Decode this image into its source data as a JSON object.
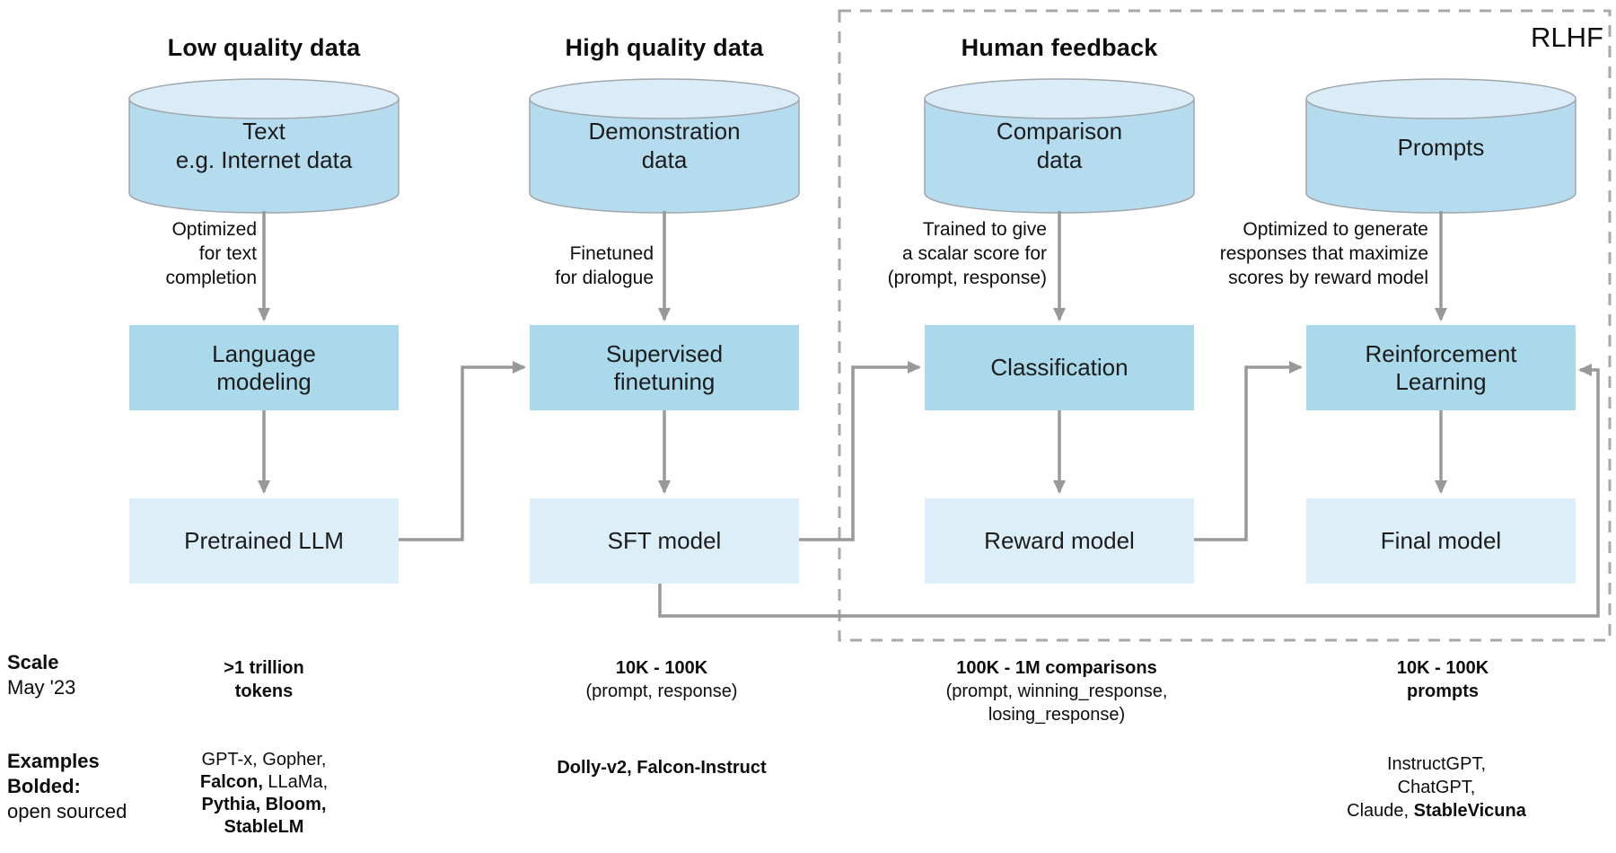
{
  "diagram": {
    "rlhf_box_label": "RLHF",
    "columns": [
      {
        "header": "Low quality data",
        "cylinder_label": "Text\ne.g. Internet data",
        "annotation": "Optimized\nfor text\ncompletion",
        "process_box": "Language\nmodeling",
        "output_box": "Pretrained LLM"
      },
      {
        "header": "High quality data",
        "cylinder_label": "Demonstration\ndata",
        "annotation": "Finetuned\nfor dialogue",
        "process_box": "Supervised\nfinetuning",
        "output_box": "SFT model"
      },
      {
        "header": "Human feedback",
        "cylinder_label": "Comparison\ndata",
        "annotation": "Trained to give\na scalar score for\n(prompt, response)",
        "process_box": "Classification",
        "output_box": "Reward model"
      },
      {
        "header": "",
        "cylinder_label": "Prompts",
        "annotation": "Optimized to generate\nresponses that maximize\nscores by reward model",
        "process_box": "Reinforcement\nLearning",
        "output_box": "Final model"
      }
    ]
  },
  "footer": {
    "row_labels": {
      "scale": [
        {
          "t": "Scale",
          "b": true
        },
        {
          "t": "\nMay '23",
          "b": false
        }
      ],
      "examples": [
        {
          "t": "Examples\nBolded:",
          "b": true
        },
        {
          "t": "\nopen sourced",
          "b": false
        }
      ]
    },
    "scale_values": [
      [
        {
          "t": ">1 trillion\ntokens",
          "b": true
        }
      ],
      [
        {
          "t": "10K - 100K",
          "b": true
        },
        {
          "t": "\n(prompt, response)",
          "b": false
        }
      ],
      [
        {
          "t": "100K - 1M comparisons",
          "b": true
        },
        {
          "t": "\n(prompt, winning_response,\nlosing_response)",
          "b": false
        }
      ],
      [
        {
          "t": "10K - 100K\nprompts",
          "b": true
        }
      ]
    ],
    "example_values": [
      [
        {
          "t": "GPT-x, Gopher,\n",
          "b": false
        },
        {
          "t": "Falcon,",
          "b": true
        },
        {
          "t": " LLaMa,\n",
          "b": false
        },
        {
          "t": "Pythia, Bloom,\nStableLM",
          "b": true
        }
      ],
      [
        {
          "t": "Dolly-v2, Falcon-Instruct",
          "b": true
        }
      ],
      [],
      [
        {
          "t": "InstructGPT, ChatGPT,\nClaude, ",
          "b": false
        },
        {
          "t": "StableVicuna",
          "b": true
        }
      ]
    ]
  },
  "colors": {
    "cylinder_body": "#b5dcee",
    "cylinder_top": "#d9ecf7",
    "cylinder_stroke": "#a0a7ac",
    "process_box": "#a9d9ea",
    "output_box": "#dceef7",
    "arrow": "#999999",
    "dashed_border": "#a8a8a8",
    "text": "#0d0d0d",
    "background": "#ffffff"
  }
}
